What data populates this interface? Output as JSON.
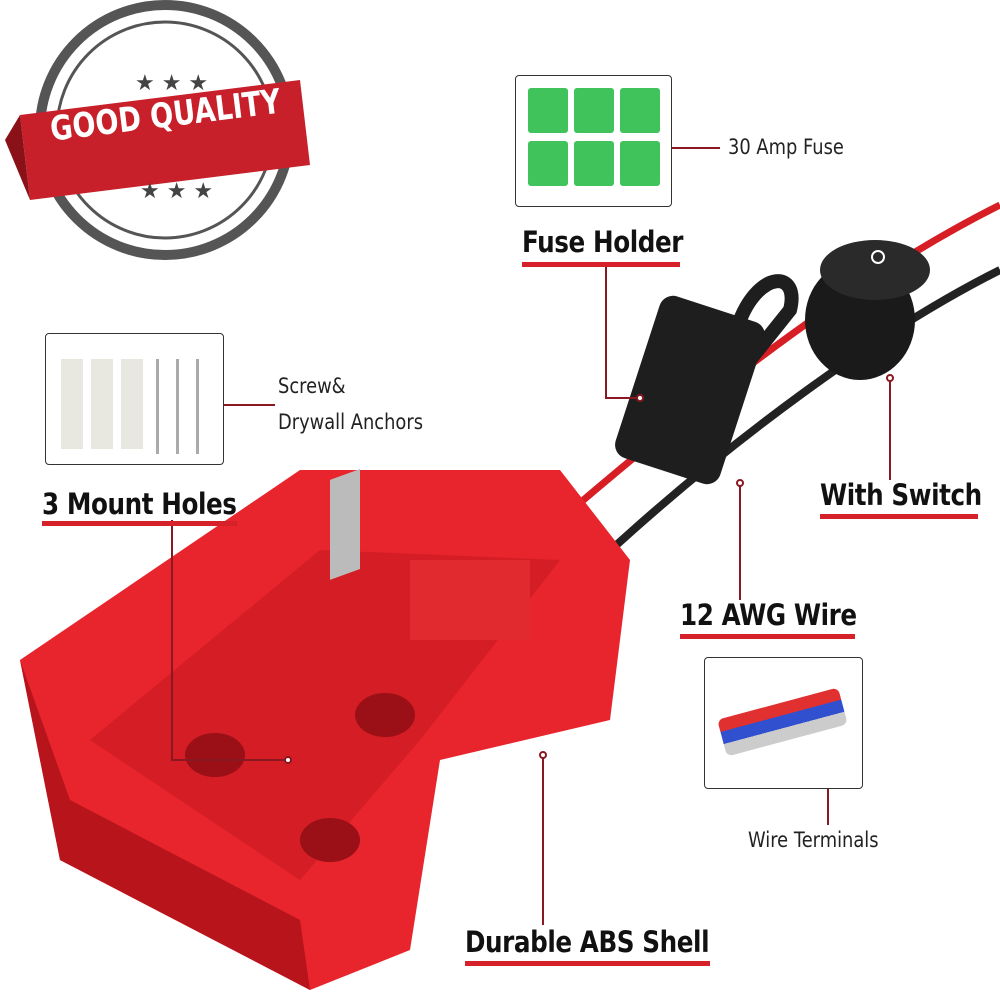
{
  "badge": {
    "text": "GOOD QUALITY"
  },
  "callouts": {
    "fuse": "30 Amp Fuse",
    "fuse_holder": "Fuse Holder",
    "screws_line1": "Screw&",
    "screws_line2": "Drywall Anchors",
    "mount_holes": "3 Mount Holes",
    "switch": "With Switch",
    "wire": "12 AWG Wire",
    "terminals": "Wire Terminals",
    "shell": "Durable ABS Shell"
  },
  "colors": {
    "accent": "#d6202a",
    "shell": "#e8242c",
    "fuse": "#3fc35a"
  }
}
